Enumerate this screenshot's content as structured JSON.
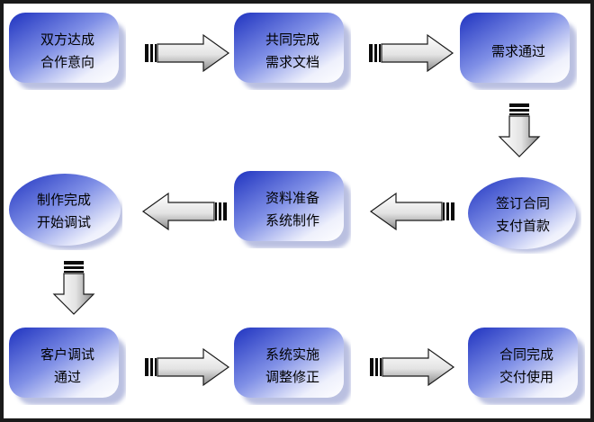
{
  "steps": [
    {
      "line1": "双方达成",
      "line2": "合作意向"
    },
    {
      "line1": "共同完成",
      "line2": "需求文档"
    },
    {
      "line1": "需求通过",
      "line2": ""
    },
    {
      "line1": "签订合同",
      "line2": "支付首款"
    },
    {
      "line1": "资料准备",
      "line2": "系统制作"
    },
    {
      "line1": "制作完成",
      "line2": "开始调试"
    },
    {
      "line1": "客户调试",
      "line2": "通过"
    },
    {
      "line1": "系统实施",
      "line2": "调整修正"
    },
    {
      "line1": "合同完成",
      "line2": "交付使用"
    }
  ],
  "colors": {
    "node_dark": "#2b3fc9",
    "node_light": "#ffffff",
    "shadow": "#9ea6d4",
    "arrow_fill_light": "#ffffff",
    "arrow_fill_dark": "#8f8f8f",
    "arrow_stripe": "#0b0b0b"
  }
}
